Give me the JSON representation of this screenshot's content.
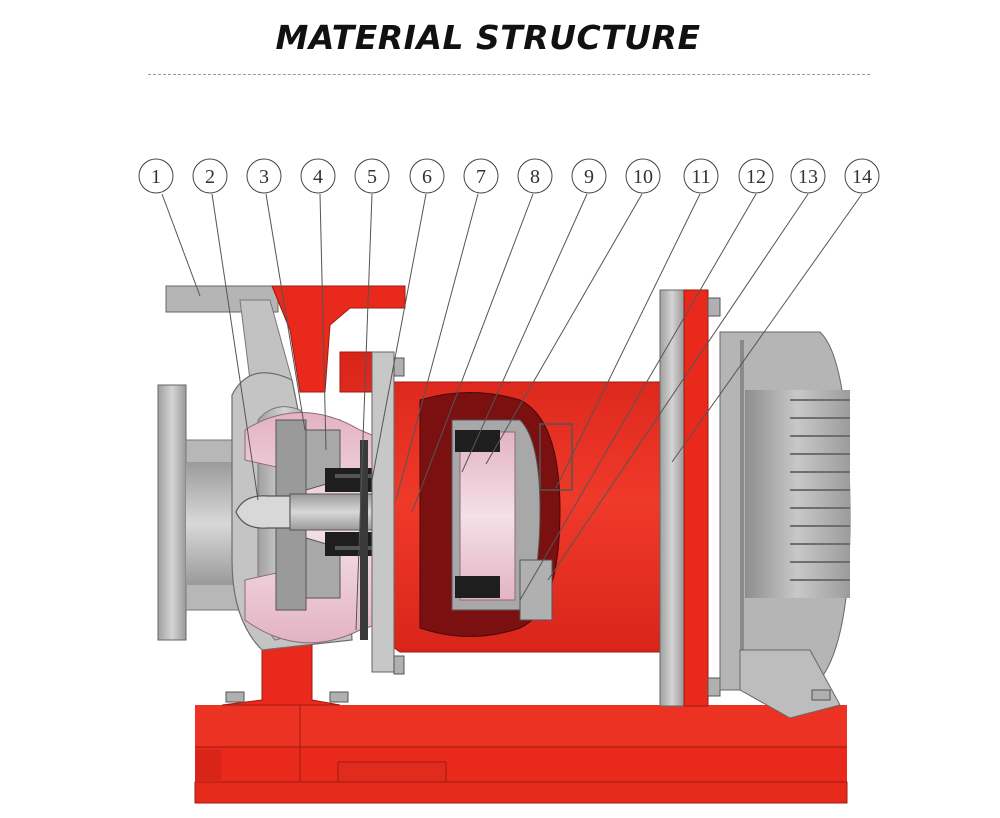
{
  "title": "MATERIAL STRUCTURE",
  "colors": {
    "body_red": "#e8291c",
    "dark_red": "#7a1010",
    "steel": "#b8b8b8",
    "steel_dark": "#8c8c8c",
    "liner_pink": "#ecc6d2",
    "magnet_black": "#1e1e1e",
    "line": "#555555"
  },
  "callouts": [
    {
      "label": "1"
    },
    {
      "label": "2"
    },
    {
      "label": "3"
    },
    {
      "label": "4"
    },
    {
      "label": "5"
    },
    {
      "label": "6"
    },
    {
      "label": "7"
    },
    {
      "label": "8"
    },
    {
      "label": "9"
    },
    {
      "label": "10"
    },
    {
      "label": "11"
    },
    {
      "label": "12"
    },
    {
      "label": "13"
    },
    {
      "label": "14"
    }
  ]
}
